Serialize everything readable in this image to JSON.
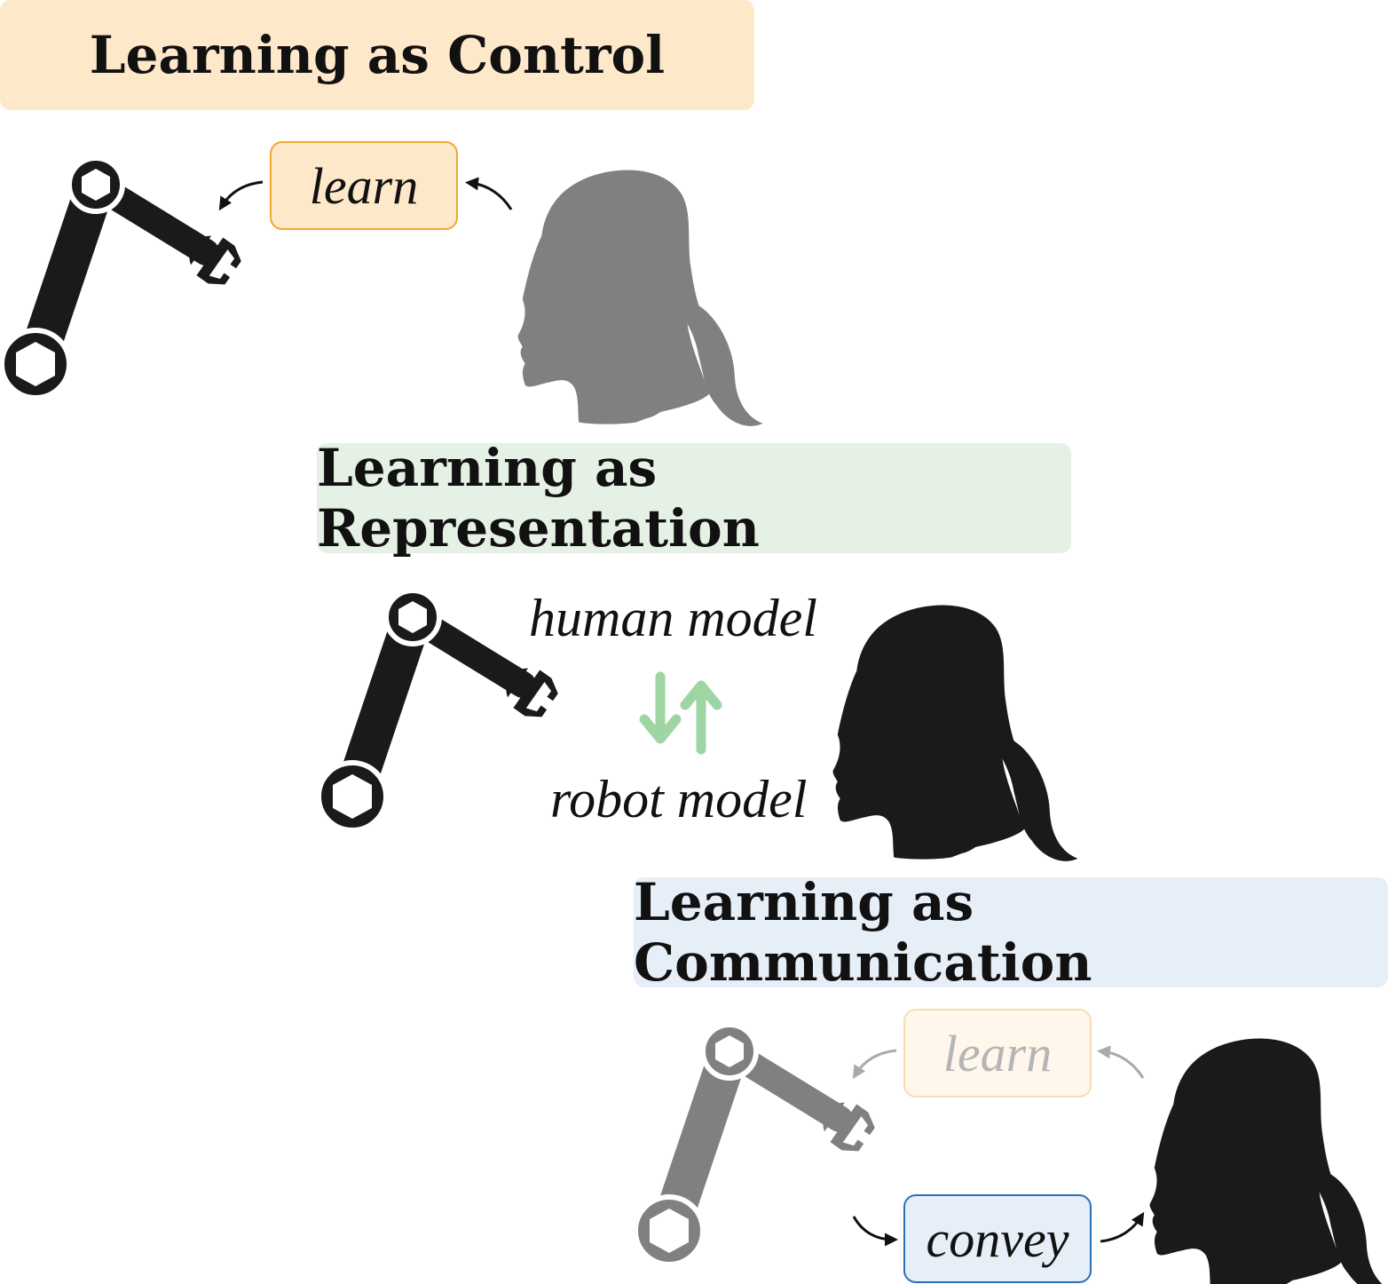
{
  "panels": [
    {
      "title": "Learning as Control",
      "color": "#fde8c9",
      "box_label": "learn"
    },
    {
      "title": "Learning as Representation",
      "color": "#e4f1e4",
      "top_label": "human model",
      "bottom_label": "robot model"
    },
    {
      "title": "Learning as Communication",
      "color": "#e6eef8",
      "faded_label": "learn",
      "active_label": "convey"
    }
  ],
  "colors": {
    "learn_fill": "#fde8c9",
    "learn_border": "#f0a830",
    "convey_fill": "#e6eef8",
    "convey_border": "#2a6fb5",
    "exchange_arrows": "#9fd4a3",
    "dark_figure": "#1a1a1a",
    "gray_figure": "#808080"
  },
  "icons": [
    "robot-arm-icon",
    "human-head-icon",
    "double-arrow-icon"
  ]
}
